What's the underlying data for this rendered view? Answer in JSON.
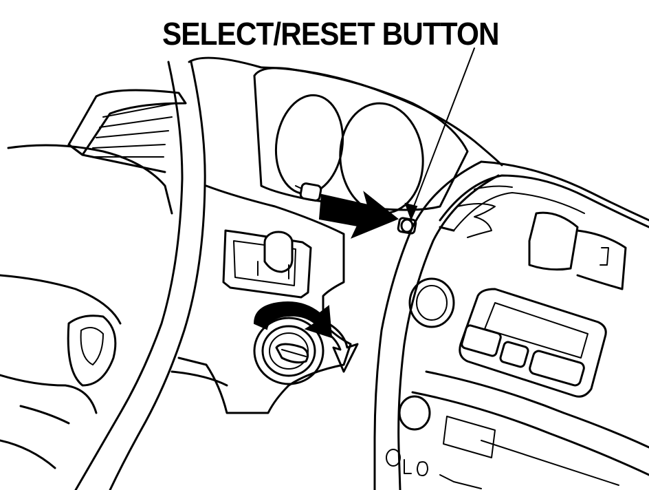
{
  "callout": {
    "label": "SELECT/RESET BUTTON"
  },
  "icons": [
    "steering-wheel",
    "ignition-switch",
    "arrow-icon",
    "rotation-arrow-icon"
  ],
  "colors": {
    "ink": "#000000",
    "paper": "#ffffff"
  }
}
